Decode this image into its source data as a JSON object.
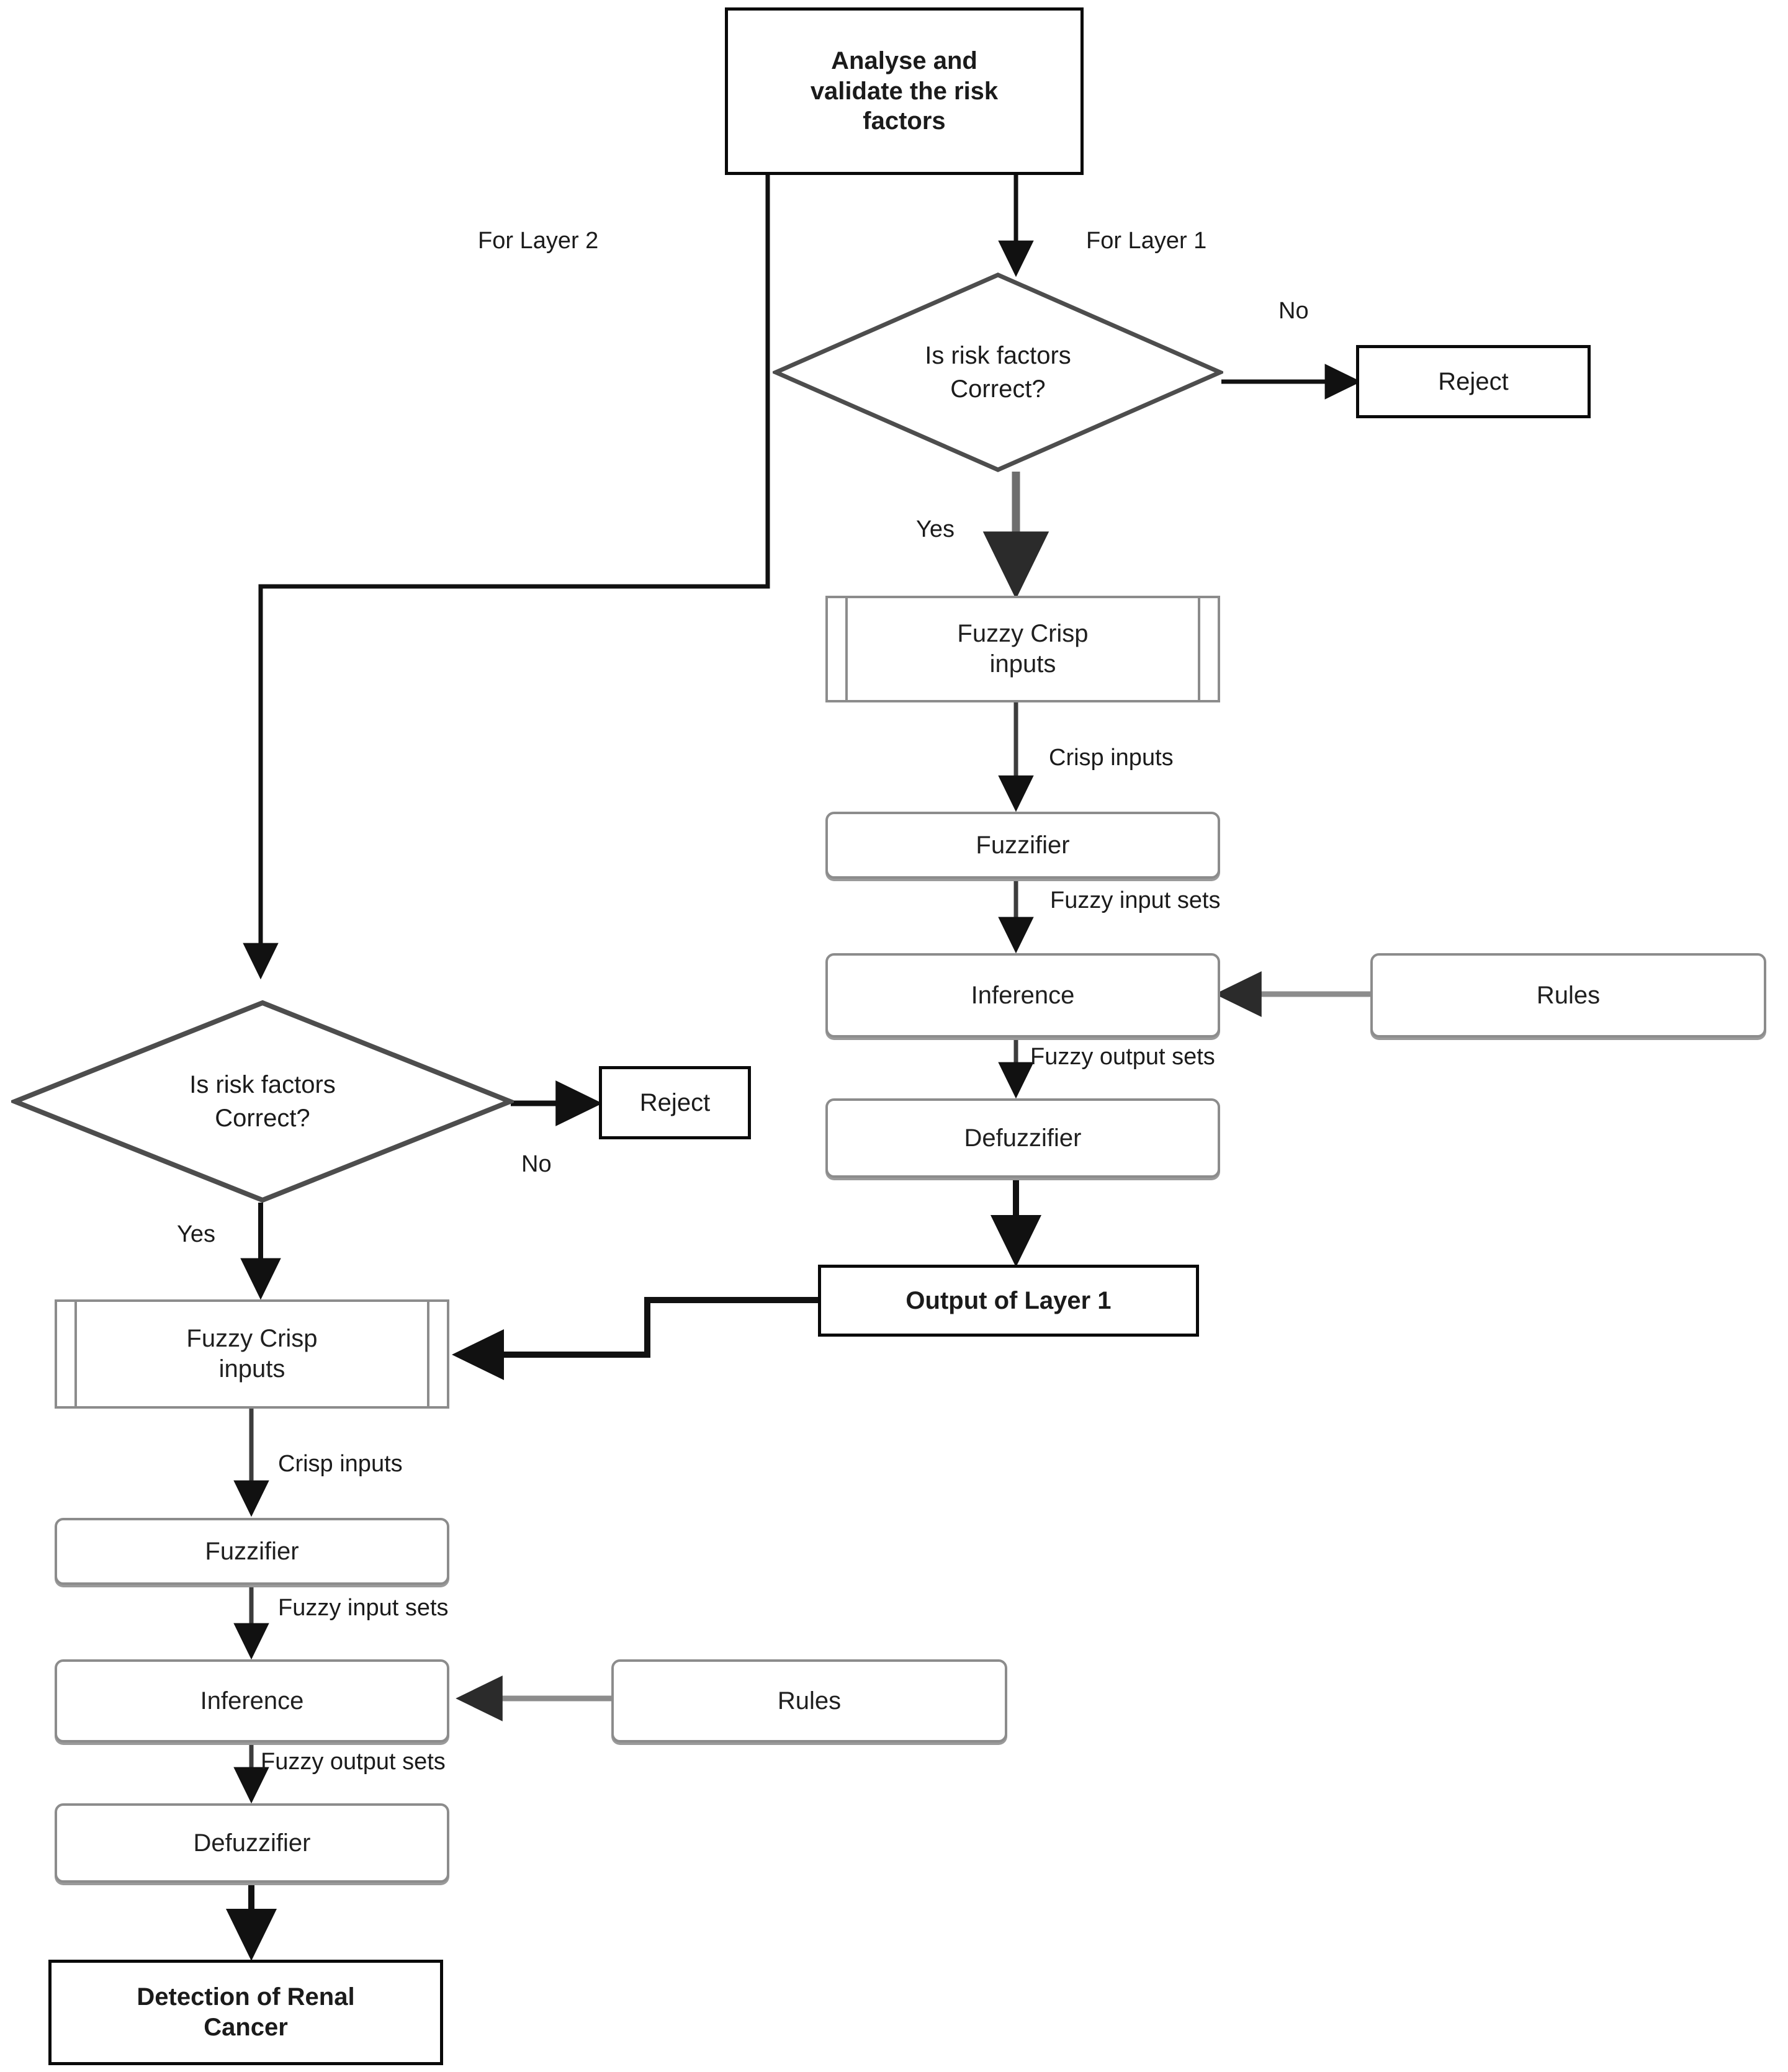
{
  "diagram": {
    "title": "Two-layer fuzzy inference system for renal cancer detection",
    "colors": {
      "black_border": "#0a0a0a",
      "gray_border": "#8c8c8c",
      "diamond_border": "#4d4d4d",
      "arrow_black": "#111111",
      "arrow_gray": "#6e6e6e",
      "spellcheck_underline": "#1f7a2e",
      "background": "#ffffff",
      "text": "#1b1b1b"
    }
  },
  "nodes": {
    "start": {
      "label": "Analyse and validate the risk factors",
      "shape": "process-bold"
    },
    "decision1": {
      "label": "Is risk factors Correct?",
      "shape": "decision"
    },
    "reject1": {
      "label": "Reject",
      "shape": "process-bold"
    },
    "crisp1": {
      "label": "Fuzzy Crisp inputs",
      "shape": "predefined-process"
    },
    "fuzzifier1": {
      "label": "Fuzzifier",
      "shape": "process-round"
    },
    "inference1": {
      "label": "Inference",
      "shape": "process-round"
    },
    "rules1": {
      "label": "Rules",
      "shape": "process-round"
    },
    "defuzzifier1": {
      "label": "Defuzzifier",
      "shape": "process-round"
    },
    "output1": {
      "label": "Output of Layer 1",
      "shape": "process-bold"
    },
    "decision2": {
      "label": "Is risk factors Correct?",
      "shape": "decision"
    },
    "reject2": {
      "label": "Reject",
      "shape": "process-bold"
    },
    "crisp2": {
      "label": "Fuzzy Crisp inputs",
      "shape": "predefined-process"
    },
    "fuzzifier2": {
      "label": "Fuzzifier",
      "shape": "process-round"
    },
    "inference2": {
      "label": "Inference",
      "shape": "process-round"
    },
    "rules2": {
      "label": "Rules",
      "shape": "process-round"
    },
    "defuzzifier2": {
      "label": "Defuzzifier",
      "shape": "process-round"
    },
    "result": {
      "label": "Detection of Renal Cancer",
      "shape": "process-bold"
    }
  },
  "node_lines": {
    "start_line1": "Analyse and",
    "start_line2": "validate the risk",
    "start_line3": "factors",
    "decision_line1": "Is risk factors",
    "decision_line2": "Correct?",
    "crisp_line1": "Fuzzy Crisp",
    "crisp_line2": "inputs",
    "result_line1": "Detection of Renal",
    "result_line2": "Cancer"
  },
  "edge_labels": {
    "for_layer_2": "For Layer 2",
    "for_layer_1_prefix": "For",
    "for_layer_1_rest": " Layer 1",
    "for_layer_1": "For Layer 1",
    "no_1": "No",
    "yes_1": "Yes",
    "crisp_inputs_1": "Crisp inputs",
    "fuzzy_input_sets_1": "Fuzzy input sets",
    "fuzzy_output_sets_1": "Fuzzy output sets",
    "no_2": "No",
    "yes_2": "Yes",
    "crisp_inputs_2": "Crisp inputs",
    "fuzzy_input_sets_2": "Fuzzy input sets",
    "fuzzy_output_sets_2": "Fuzzy output sets"
  }
}
